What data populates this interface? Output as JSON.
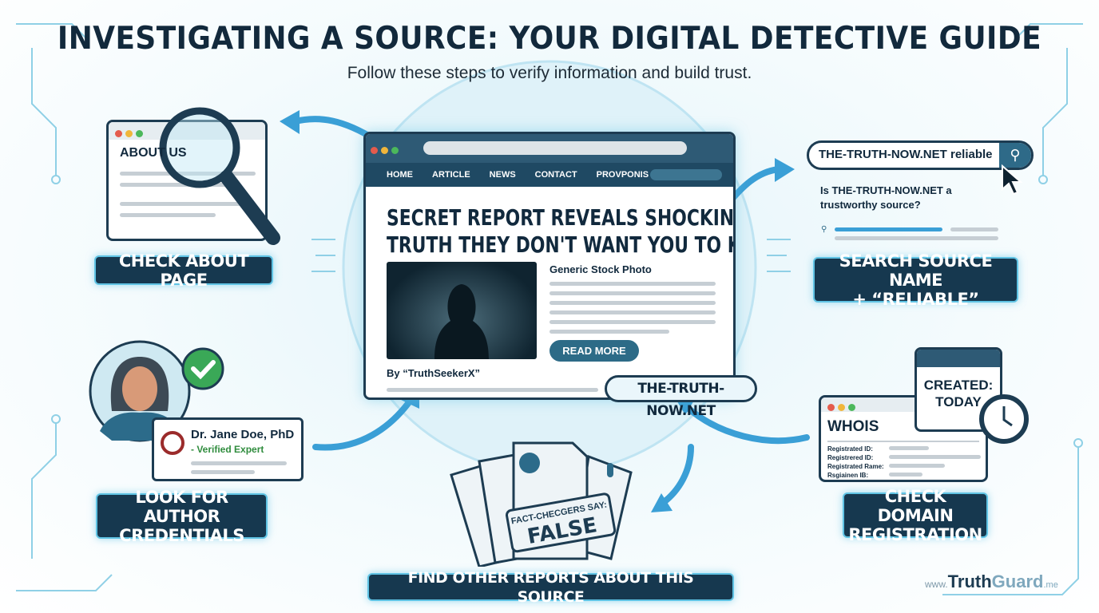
{
  "header": {
    "title": "INVESTIGATING A SOURCE: YOUR DIGITAL DETECTIVE GUIDE",
    "subtitle": "Follow these steps to verify information and build trust."
  },
  "about": {
    "window_text": "ABOUT US",
    "label": "CHECK ABOUT PAGE"
  },
  "browser": {
    "nav": [
      "HOME",
      "ARTICLE",
      "NEWS",
      "CONTACT",
      "PROVPONIS"
    ],
    "headline_1": "SECRET REPORT REVEALS SHOCKING",
    "headline_2": "TRUTH THEY DON'T WANT YOU TO KNOW!",
    "photo_caption": "Generic Stock Photo",
    "read_more": "READ MORE",
    "byline": "By “TruthSeekerX”",
    "domain": "THE-TRUTH-NOW.NET"
  },
  "search": {
    "query": "THE-TRUTH-NOW.NET reliable",
    "result_question": "Is THE-TRUTH-NOW.NET a trustworthy source?",
    "label_1": "SEARCH SOURCE NAME",
    "label_2": "+ “RELIABLE”"
  },
  "author": {
    "name": "Dr. Jane Doe, PhD",
    "status": "- Verified Expert",
    "label_1": "LOOK FOR AUTHOR",
    "label_2": "CREDENTIALS"
  },
  "reports": {
    "stamp_top": "FACT-CHECGERS SAY:",
    "stamp_main": "FALSE",
    "label": "FIND OTHER REPORTS ABOUT THIS SOURCE"
  },
  "domain_check": {
    "whois_title": "WHOIS",
    "fields": [
      "Registrated ID:",
      "Registrered ID:",
      "Registrated Rame:",
      "Rsgiainen IB:"
    ],
    "calendar_1": "CREATED:",
    "calendar_2": "TODAY",
    "label_1": "CHECK DOMAIN",
    "label_2": "REGISTRATION"
  },
  "brand": {
    "prefix": "www.",
    "name_1": "Truth",
    "name_2": "Guard",
    "suffix": ".me"
  },
  "colors": {
    "navy": "#16384f",
    "accent": "#5fc3e4",
    "arrow": "#3a9fd6",
    "success": "#3aa857"
  }
}
